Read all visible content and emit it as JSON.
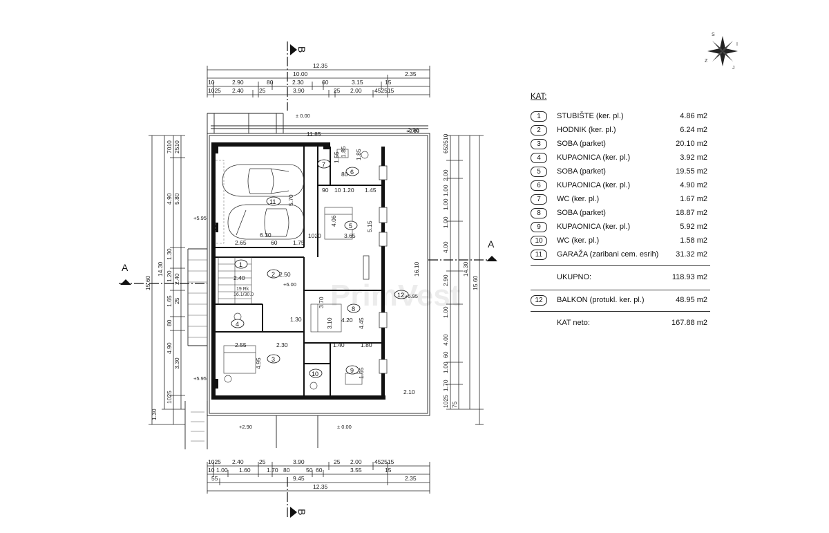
{
  "compass": {
    "letters": [
      "S",
      "I",
      "J",
      "Z"
    ]
  },
  "sections": {
    "a_left": "A",
    "a_right": "A",
    "b_top": "B",
    "b_bottom": "B"
  },
  "dims": {
    "top_total": "12.35",
    "top_row2": [
      "10.00",
      "2.35"
    ],
    "top_row3": [
      "10",
      "2.90",
      "80",
      "2.30",
      "60",
      "3.15",
      "15"
    ],
    "top_row4": [
      "1025",
      "2.40",
      "25",
      "3.90",
      "25",
      "2.00",
      "452515"
    ],
    "bottom_row1": [
      "1025",
      "2.40",
      "25",
      "3.90",
      "25",
      "2.00",
      "452515"
    ],
    "bottom_row2": [
      "10",
      "1.00",
      "1.60",
      "1.70",
      "80",
      "50",
      "60",
      "3.55",
      "15"
    ],
    "bottom_row3": [
      "55",
      "9.45",
      "2.35"
    ],
    "bottom_total": "12.35",
    "left_outer": [
      "15.60"
    ],
    "left_mid": [
      "14.30"
    ],
    "left_inner": [
      "7010",
      "4.90",
      "1.30",
      "1.20",
      "1.65",
      "80",
      "4.90",
      "1.30",
      "1025"
    ],
    "left_inner2": [
      "2510",
      "5.80",
      "2.40",
      "25",
      "3.30"
    ],
    "right_inner": [
      "652510",
      "2.00",
      "1.00",
      "1.00",
      "1.00",
      "4.00",
      "2.90",
      "4.00",
      "1.00",
      "60",
      "1.00",
      "1.70",
      "1025",
      "75"
    ],
    "right_mid": [
      "14.30"
    ],
    "right_outer": [
      "15.60"
    ],
    "interior": [
      "11.85",
      "2.90",
      "5.70",
      "5.15",
      "3.65",
      "4.06",
      "2.65",
      "6.30",
      "60",
      "1.75",
      "1020",
      "1.45",
      "1.20",
      "2.50",
      "2.40",
      "4.20",
      "4.45",
      "3.10",
      "3.70",
      "1.30",
      "2.55",
      "4.95",
      "2.30",
      "1.40",
      "1.80",
      "2.10",
      "1.65",
      "1.85",
      "16.10",
      "90",
      "80",
      "10",
      "1.55",
      "1.85"
    ]
  },
  "levels": [
    "± 0.00",
    "+2.90",
    "+5.95",
    "+5.95",
    "+6.00",
    "+5.95",
    "+2.90",
    "± 0.00"
  ],
  "rooms_on_plan": [
    "1",
    "2",
    "3",
    "4",
    "5",
    "6",
    "7",
    "8",
    "9",
    "10",
    "11",
    "12"
  ],
  "stair_label": "19 Rk\n16.1/30.0",
  "watermark": "PrimVest",
  "legend": {
    "title": "KAT:",
    "rooms": [
      {
        "num": "1",
        "name": "STUBIŠTE (ker. pl.)",
        "area": "4.86 m2"
      },
      {
        "num": "2",
        "name": "HODNIK (ker. pl.)",
        "area": "6.24 m2"
      },
      {
        "num": "3",
        "name": "SOBA (parket)",
        "area": "20.10 m2"
      },
      {
        "num": "4",
        "name": "KUPAONICA (ker. pl.)",
        "area": "3.92 m2"
      },
      {
        "num": "5",
        "name": "SOBA (parket)",
        "area": "19.55 m2"
      },
      {
        "num": "6",
        "name": "KUPAONICA (ker. pl.)",
        "area": "4.90 m2"
      },
      {
        "num": "7",
        "name": "WC (ker. pl.)",
        "area": "1.67 m2"
      },
      {
        "num": "8",
        "name": "SOBA (parket)",
        "area": "18.87 m2"
      },
      {
        "num": "9",
        "name": "KUPAONICA (ker. pl.)",
        "area": "5.92 m2"
      },
      {
        "num": "10",
        "name": "WC (ker. pl.)",
        "area": "1.58 m2"
      },
      {
        "num": "11",
        "name": "GARAŽA (zaribani cem. esrih)",
        "area": "31.32 m2"
      }
    ],
    "total_label": "UKUPNO:",
    "total_area": "118.93 m2",
    "balcony": {
      "num": "12",
      "name": "BALKON (protukl. ker. pl.)",
      "area": "48.95 m2"
    },
    "net_label": "KAT neto:",
    "net_area": "167.88 m2"
  }
}
